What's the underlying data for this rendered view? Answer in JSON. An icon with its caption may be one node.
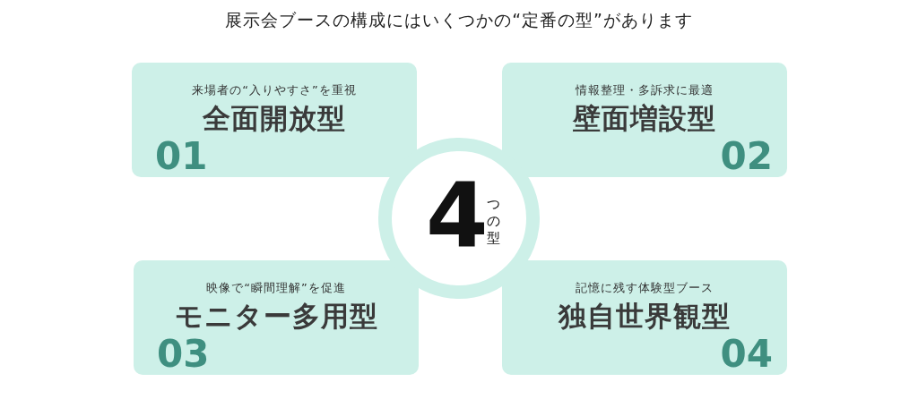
{
  "diagram": {
    "title": "展示会ブースの構成にはいくつかの“定番の型”があります",
    "nodes": [
      {
        "text": [
          "来場者の“入りやすさ”を重視",
          "全面開放型",
          "01"
        ]
      },
      {
        "text": [
          "情報整理・多訴求に最適",
          "壁面増設型",
          "02"
        ]
      },
      {
        "text": [
          "4",
          "つの型"
        ]
      },
      {
        "text": [
          "映像で“瞬間理解”を促進",
          "モニター多用型",
          "03"
        ]
      },
      {
        "text": [
          "記憶に残す体験型ブース",
          "独自世界観型",
          "04"
        ]
      }
    ]
  }
}
